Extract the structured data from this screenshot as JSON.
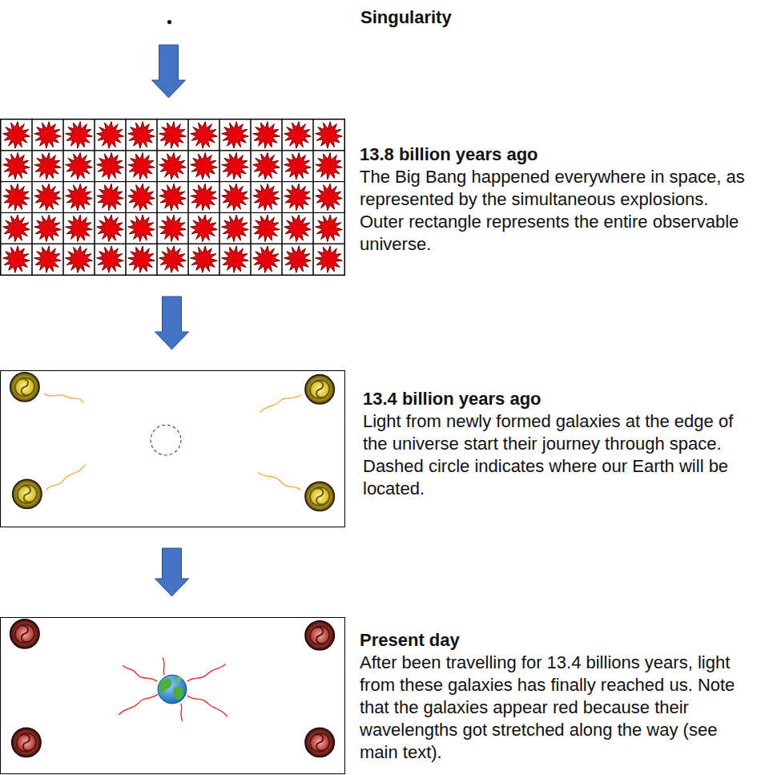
{
  "diagram": {
    "nodes": [
      {
        "text": [
          "Singularity"
        ]
      },
      {
        "text": [
          "13.8 billion years ago",
          "The Big Bang happened everywhere in space, as represented by the simultaneous explosions. Outer rectangle represents the entire observable universe."
        ]
      },
      {
        "text": [
          "13.4 billion years ago",
          "Light from newly formed galaxies at the edge of the universe start their journey through space. Dashed circle indicates where our Earth will be located."
        ]
      },
      {
        "text": [
          "Present day",
          "After been travelling for 13.4 billions years, light from these galaxies has finally reached us. Note that the galaxies appear red because their wavelengths got stretched along the way (see main text)."
        ]
      }
    ],
    "edges": [
      {
        "from": 0,
        "to": 1,
        "arrow": "to"
      },
      {
        "from": 1,
        "to": 2,
        "arrow": "to"
      },
      {
        "from": 2,
        "to": 3,
        "arrow": "to"
      }
    ]
  }
}
